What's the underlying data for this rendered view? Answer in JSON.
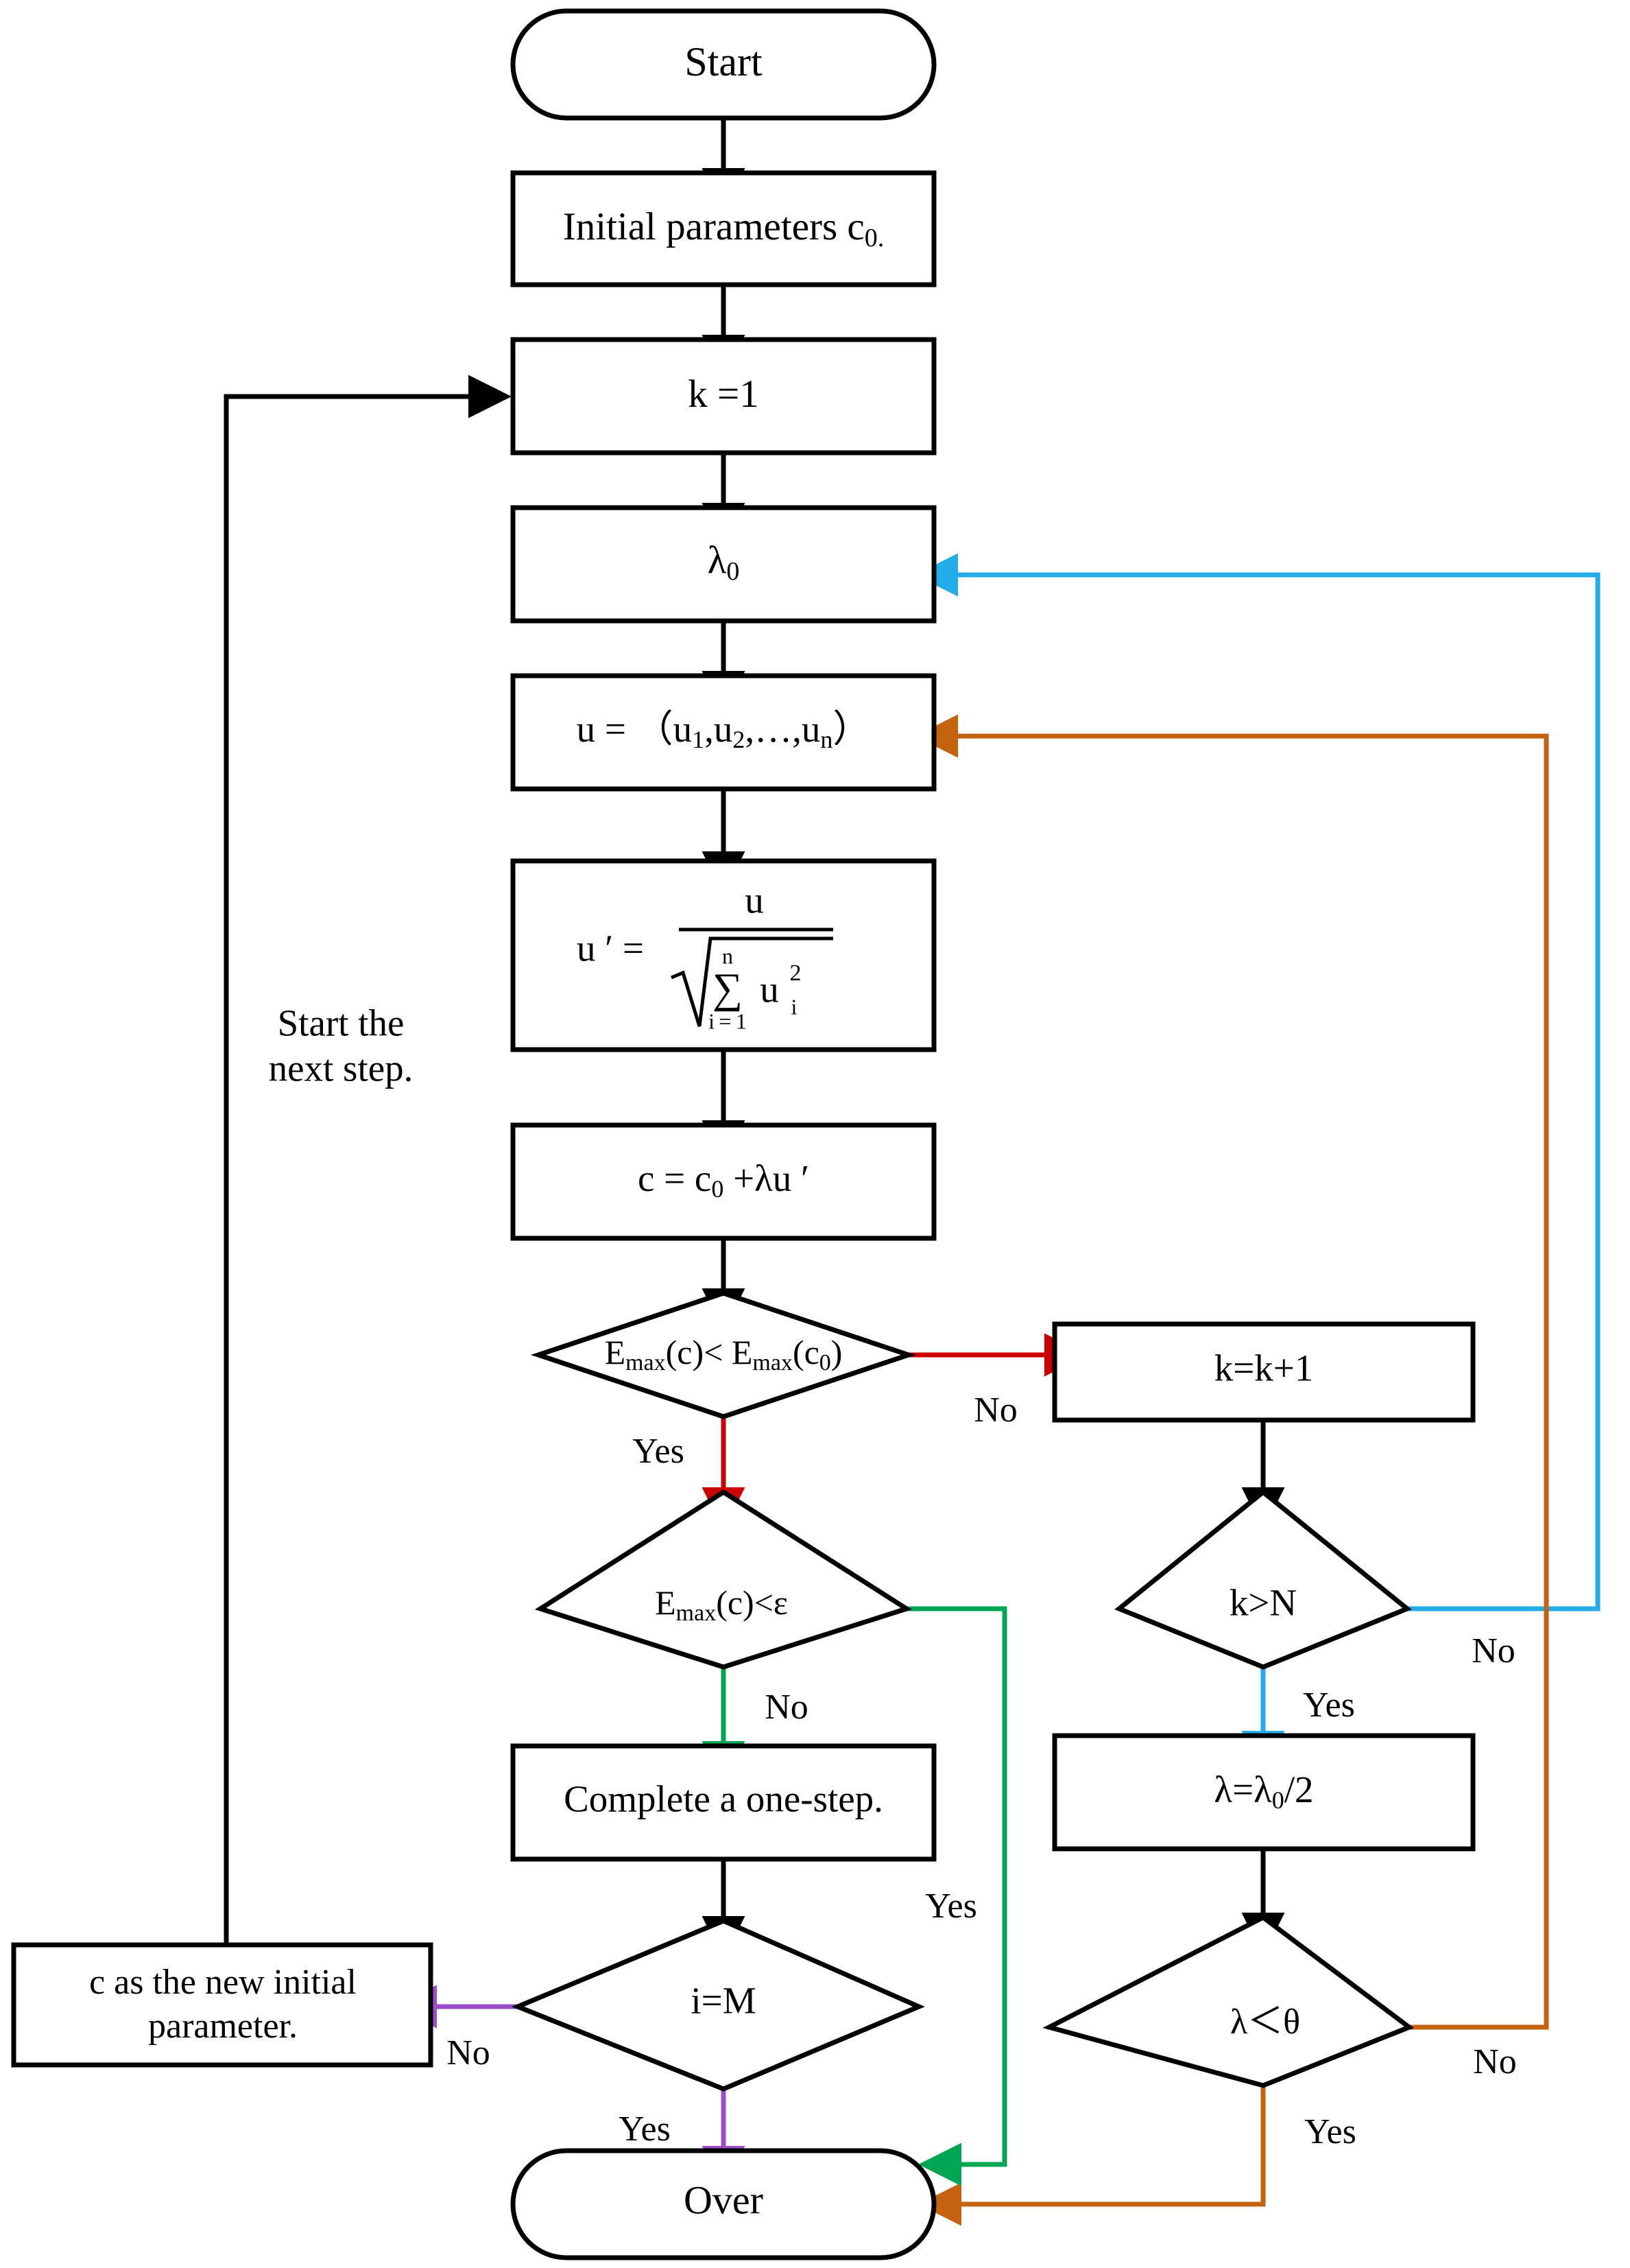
{
  "diagram": {
    "title": "Optimization iteration flowchart",
    "colors": {
      "black": "#000000",
      "red": "#CC0000",
      "green": "#00A651",
      "blue": "#22ACE8",
      "orange": "#C4620F",
      "purple": "#9B4DCA",
      "background": "#FFFFFF"
    },
    "nodes": [
      {
        "id": "start",
        "shape": "terminator",
        "text": "Start"
      },
      {
        "id": "init",
        "shape": "process",
        "text": "Initial parameters c",
        "sub": "0."
      },
      {
        "id": "k1",
        "shape": "process",
        "text": "k =1"
      },
      {
        "id": "lambda0",
        "shape": "process",
        "text": "λ",
        "sub": "0"
      },
      {
        "id": "uvec",
        "shape": "process",
        "text": "u = （u1,u2,…,un）"
      },
      {
        "id": "unorm",
        "shape": "process",
        "text": "u′ = u / √(∑ i=1..n u i ²)"
      },
      {
        "id": "cupdate",
        "shape": "process",
        "text": "c = c0 +λu′"
      },
      {
        "id": "dec_emax_cmp",
        "shape": "decision",
        "text": "Emax(c)< Emax(c0)"
      },
      {
        "id": "dec_emax_eps",
        "shape": "decision",
        "text": "Emax(c)<ε"
      },
      {
        "id": "kinc",
        "shape": "process",
        "text": "k=k+1"
      },
      {
        "id": "dec_kn",
        "shape": "decision",
        "text": "k>N"
      },
      {
        "id": "halve",
        "shape": "process",
        "text": "λ=λ0/2"
      },
      {
        "id": "dec_lth",
        "shape": "decision",
        "text": "λ＜θ"
      },
      {
        "id": "onestep",
        "shape": "process",
        "text": "Complete a one-step."
      },
      {
        "id": "dec_im",
        "shape": "decision",
        "text": "i=M"
      },
      {
        "id": "newinit",
        "shape": "process",
        "text": "c as the new initial parameter."
      },
      {
        "id": "over",
        "shape": "terminator",
        "text": "Over"
      }
    ],
    "node_text": {
      "start": "Start",
      "init_main": "Initial parameters c",
      "init_sub": "0.",
      "k1": "k =1",
      "lambda0_main": "λ",
      "lambda0_sub": "0",
      "uvec_lead": "u  =  （u",
      "uvec_s1": "1",
      "uvec_mid1": ",u",
      "uvec_s2": "2",
      "uvec_mid2": ",…,u",
      "uvec_s3": "n",
      "uvec_tail": "）",
      "unorm_lhs": "u ′ =",
      "unorm_num": "u",
      "unorm_sum_top": "n",
      "unorm_sum_sym": "∑",
      "unorm_sum_bot": "i = 1",
      "unorm_u": "u",
      "unorm_sub": "i",
      "unorm_sup": "2",
      "cupdate_a": "c = c",
      "cupdate_sub": "0",
      "cupdate_b": " +λu ′",
      "dec_emax_cmp_a": "E",
      "dec_emax_cmp_sub1": "max",
      "dec_emax_cmp_b": "(c)< E",
      "dec_emax_cmp_sub2": "max",
      "dec_emax_cmp_c": "(c",
      "dec_emax_cmp_sub3": "0",
      "dec_emax_cmp_d": ")",
      "dec_emax_eps_a": "E",
      "dec_emax_eps_sub": "max",
      "dec_emax_eps_b": "(c)<ε",
      "kinc": "k=k+1",
      "dec_kn": "k>N",
      "halve_a": "λ=λ",
      "halve_sub": "0",
      "halve_b": "/2",
      "dec_lth": "λ＜θ",
      "onestep": "Complete a one-step.",
      "dec_im": "i=M",
      "newinit_line1": "c as the new initial",
      "newinit_line2": "parameter.",
      "over": "Over"
    },
    "annotations": {
      "next_step_line1": "Start the",
      "next_step_line2": "next step."
    },
    "edge_labels": {
      "emax_cmp_no": "No",
      "emax_cmp_yes": "Yes",
      "emax_eps_no": "No",
      "emax_eps_yes": "Yes",
      "kn_no": "No",
      "kn_yes": "Yes",
      "lth_no": "No",
      "lth_yes": "Yes",
      "im_no": "No",
      "im_yes": "Yes"
    },
    "edges": [
      {
        "from": "start",
        "to": "init",
        "color": "black",
        "label": ""
      },
      {
        "from": "init",
        "to": "k1",
        "color": "black",
        "label": ""
      },
      {
        "from": "k1",
        "to": "lambda0",
        "color": "black",
        "label": ""
      },
      {
        "from": "lambda0",
        "to": "uvec",
        "color": "black",
        "label": ""
      },
      {
        "from": "uvec",
        "to": "unorm",
        "color": "black",
        "label": ""
      },
      {
        "from": "unorm",
        "to": "cupdate",
        "color": "black",
        "label": ""
      },
      {
        "from": "cupdate",
        "to": "dec_emax_cmp",
        "color": "black",
        "label": ""
      },
      {
        "from": "dec_emax_cmp",
        "to": "kinc",
        "color": "red",
        "label": "No"
      },
      {
        "from": "dec_emax_cmp",
        "to": "dec_emax_eps",
        "color": "red",
        "label": "Yes"
      },
      {
        "from": "dec_emax_eps",
        "to": "onestep",
        "color": "green",
        "label": "No"
      },
      {
        "from": "dec_emax_eps",
        "to": "over",
        "color": "green",
        "label": "Yes"
      },
      {
        "from": "kinc",
        "to": "dec_kn",
        "color": "black",
        "label": ""
      },
      {
        "from": "dec_kn",
        "to": "lambda0",
        "color": "blue",
        "label": "No"
      },
      {
        "from": "dec_kn",
        "to": "halve",
        "color": "blue",
        "label": "Yes"
      },
      {
        "from": "halve",
        "to": "dec_lth",
        "color": "black",
        "label": ""
      },
      {
        "from": "dec_lth",
        "to": "uvec",
        "color": "orange",
        "label": "No"
      },
      {
        "from": "dec_lth",
        "to": "over",
        "color": "orange",
        "label": "Yes"
      },
      {
        "from": "onestep",
        "to": "dec_im",
        "color": "black",
        "label": ""
      },
      {
        "from": "dec_im",
        "to": "newinit",
        "color": "purple",
        "label": "No"
      },
      {
        "from": "dec_im",
        "to": "over",
        "color": "purple",
        "label": "Yes"
      },
      {
        "from": "newinit",
        "to": "k1",
        "color": "black",
        "label": "Start the next step."
      }
    ]
  }
}
